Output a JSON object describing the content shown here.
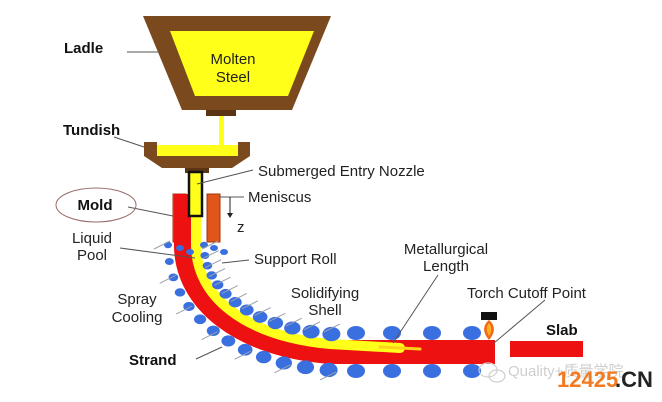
{
  "diagram": {
    "title": "Continuous Casting Process",
    "labels": {
      "ladle": "Ladle",
      "molten_steel_line1": "Molten",
      "molten_steel_line2": "Steel",
      "tundish": "Tundish",
      "submerged_entry_nozzle": "Submerged Entry Nozzle",
      "meniscus": "Meniscus",
      "z_axis": "z",
      "mold": "Mold",
      "liquid_pool_line1": "Liquid",
      "liquid_pool_line2": "Pool",
      "support_roll": "Support Roll",
      "metallurgical_length_line1": "Metallurgical",
      "metallurgical_length_line2": "Length",
      "spray_cooling_line1": "Spray",
      "spray_cooling_line2": "Cooling",
      "solidifying_shell_line1": "Solidifying",
      "solidifying_shell_line2": "Shell",
      "torch_cutoff_point": "Torch Cutoff Point",
      "strand": "Strand",
      "slab": "Slab"
    },
    "colors": {
      "refractory_brown": "#7a4a1e",
      "molten_yellow": "#ffff1a",
      "mold_orange": "#e0561a",
      "strand_red": "#ee1111",
      "roll_blue": "#3a6fe0",
      "torch_black": "#111111",
      "torch_flame": "#f06a1a",
      "mold_ellipse": "#9a6a6a"
    }
  },
  "watermark": {
    "text": "Quality+质量学院",
    "site_number": "12425",
    "site_suffix": ".CN"
  }
}
